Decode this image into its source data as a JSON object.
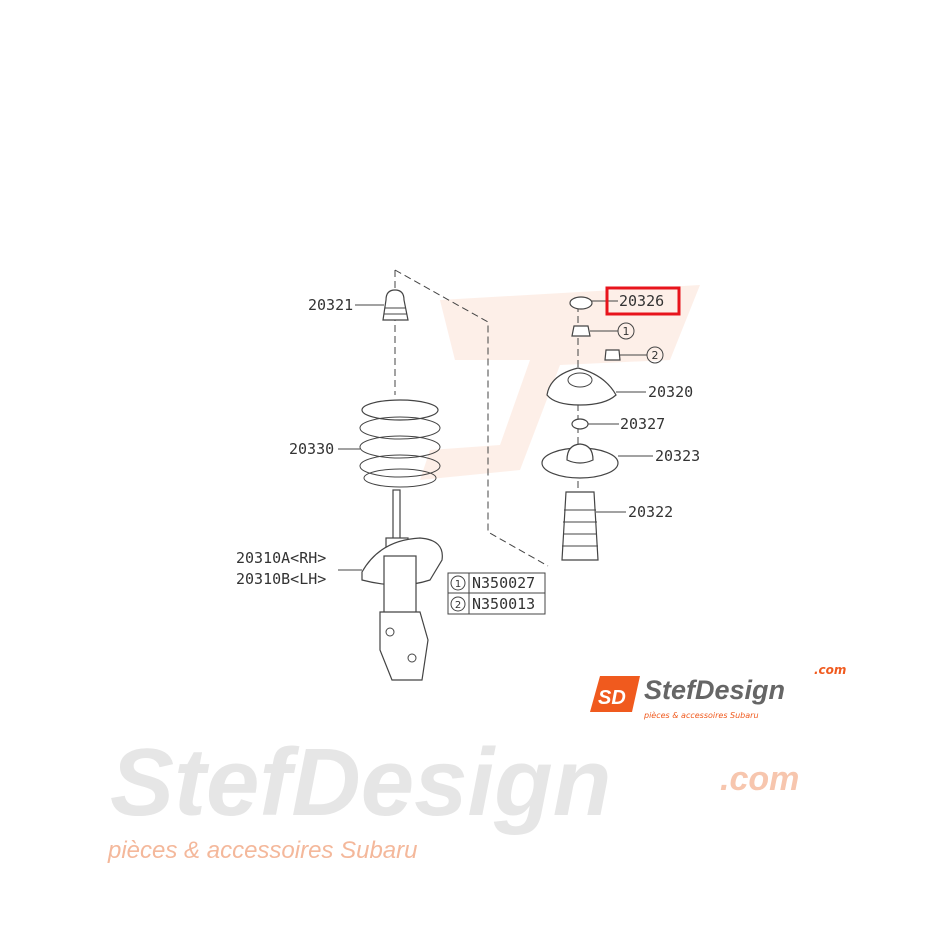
{
  "diagram": {
    "parts": {
      "bump_stop": "20321",
      "coil_spring": "20330",
      "strut_rh": "20310A<RH>",
      "strut_lh": "20310B<LH>",
      "cap": "20326",
      "mount": "20320",
      "washer": "20327",
      "spring_seat": "20323",
      "boot": "20322"
    },
    "callouts": [
      {
        "num": "1",
        "part_no": "N350027"
      },
      {
        "num": "2",
        "part_no": "N350013"
      }
    ],
    "highlighted_part": "20326",
    "highlight_color": "#e8141c"
  },
  "watermark": {
    "brand": "StefDesign",
    "domain": ".com",
    "tagline": "pièces & accessoires Subaru"
  },
  "logo": {
    "mark": "SD",
    "brand": "StefDesign",
    "domain": ".com",
    "tagline": "pièces & accessoires Subaru",
    "accent": "#f05a1e"
  }
}
